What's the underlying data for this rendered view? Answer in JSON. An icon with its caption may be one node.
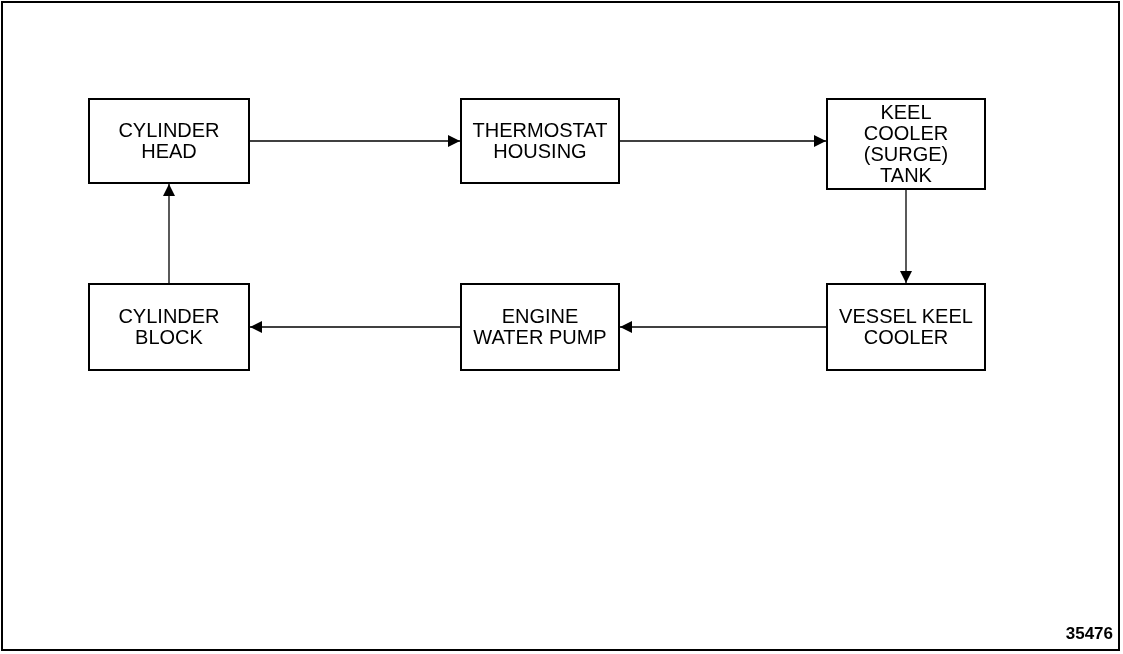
{
  "diagram": {
    "nodes": [
      {
        "text": [
          "CYLINDER HEAD"
        ]
      },
      {
        "text": [
          "THERMOSTAT HOUSING"
        ]
      },
      {
        "text": [
          "KEEL COOLER (SURGE) TANK"
        ]
      },
      {
        "text": [
          "CYLINDER BLOCK"
        ]
      },
      {
        "text": [
          "ENGINE WATER PUMP"
        ]
      },
      {
        "text": [
          "VESSEL KEEL COOLER"
        ]
      }
    ],
    "edges": [
      {
        "from": 0,
        "to": 1,
        "arrow": "to"
      },
      {
        "from": 1,
        "to": 2,
        "arrow": "to"
      },
      {
        "from": 2,
        "to": 5,
        "arrow": "to"
      },
      {
        "from": 5,
        "to": 4,
        "arrow": "to"
      },
      {
        "from": 4,
        "to": 3,
        "arrow": "to"
      },
      {
        "from": 3,
        "to": 0,
        "arrow": "to"
      }
    ],
    "labels": [
      "35476"
    ]
  }
}
